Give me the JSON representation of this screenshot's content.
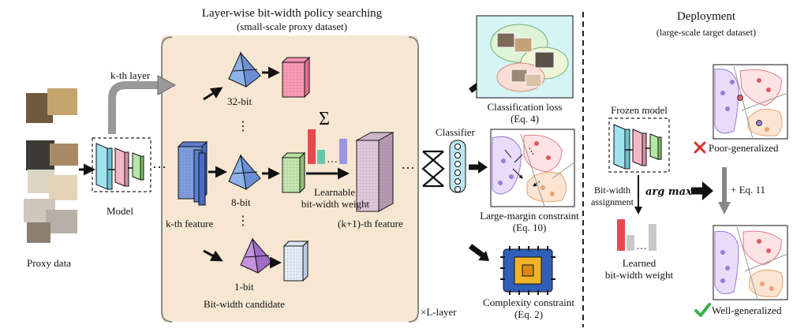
{
  "left_title": "Layer-wise bit-width policy searching",
  "left_subtitle": "(small-scale proxy dataset)",
  "right_title": "Deployment",
  "right_subtitle": "(large-scale target dataset)",
  "labels": {
    "proxy_data": "Proxy data",
    "model": "Model",
    "kth_layer": "k-th layer",
    "kth_feature": "k-th feature",
    "bit32": "32-bit",
    "bit8": "8-bit",
    "bit1": "1-bit",
    "bitwidth_candidate": "Bit-width candidate",
    "learnable_1": "Learnable",
    "learnable_2": "bit-width weight",
    "kplus1_feature": "(k+1)-th feature",
    "sum_symbol": "Σ",
    "times_l_layer": "×L-layer",
    "classifier": "Classifier",
    "cls_loss": "Classification loss",
    "cls_eq": "(Eq. 4)",
    "large_margin": "Large-margin constraint",
    "large_margin_eq": "(Eq. 10)",
    "complexity": "Complexity constraint",
    "complexity_eq": "(Eq. 2)",
    "frozen_model": "Frozen model",
    "bitwidth_assign_1": "Bit-width",
    "bitwidth_assign_2": "assignment",
    "argmax": "arg max",
    "learned_1": "Learned",
    "learned_2": "bit-width weight",
    "poor": "Poor-generalized",
    "plus_eq": "+ Eq. 11",
    "well": "Well-generalized"
  },
  "colors": {
    "search_panel": "#f7e7d2",
    "red": "#e8474f",
    "green": "#8fce7a",
    "blue": "#7d9fe0",
    "purple": "#b690e6",
    "pink": "#f4b7c6",
    "cyan": "#9fe3ef",
    "gray": "#b9b9b9"
  },
  "icons": [
    "cross-icon",
    "check-icon",
    "chip-icon",
    "sum-icon"
  ]
}
